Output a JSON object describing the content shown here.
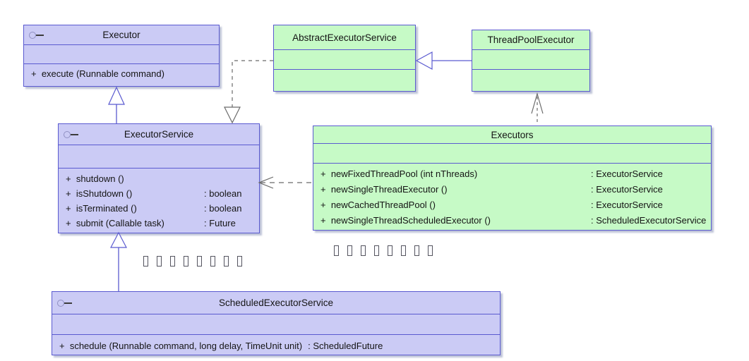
{
  "diagram_type": "uml-class-diagram",
  "colors": {
    "interface_fill": "#cbcbf5",
    "class_fill": "#c6fac6",
    "box_border": "#5a5ad0",
    "generalization_line": "#5a5ad0",
    "dependency_line": "#6b6b6b",
    "text": "#141414",
    "background": "#ffffff"
  },
  "classes": {
    "executor": {
      "name": "Executor",
      "has_interface_icon": true,
      "methods": [
        {
          "signature": "+  execute (Runnable command)",
          "returns": ""
        }
      ]
    },
    "abstract_executor_service": {
      "name": "AbstractExecutorService",
      "has_interface_icon": false,
      "methods": []
    },
    "thread_pool_executor": {
      "name": "ThreadPoolExecutor",
      "has_interface_icon": false,
      "methods": []
    },
    "executor_service": {
      "name": "ExecutorService",
      "has_interface_icon": true,
      "methods": [
        {
          "signature": "+  shutdown ()",
          "returns": ""
        },
        {
          "signature": "+  isShutdown ()",
          "returns": ": boolean"
        },
        {
          "signature": "+  isTerminated ()",
          "returns": ": boolean"
        },
        {
          "signature": "+  submit (Callable task)",
          "returns": ": Future"
        }
      ]
    },
    "executors": {
      "name": "Executors",
      "has_interface_icon": false,
      "methods": [
        {
          "signature": "+  newFixedThreadPool (int nThreads)",
          "returns": ": ExecutorService"
        },
        {
          "signature": "+  newSingleThreadExecutor ()",
          "returns": ": ExecutorService"
        },
        {
          "signature": "+  newCachedThreadPool ()",
          "returns": ": ExecutorService"
        },
        {
          "signature": "+  newSingleThreadScheduledExecutor ()",
          "returns": ": ScheduledExecutorService"
        }
      ]
    },
    "scheduled_executor_service": {
      "name": "ScheduledExecutorService",
      "has_interface_icon": true,
      "methods": [
        {
          "signature": "+  schedule (Runnable command, long delay, TimeUnit unit)",
          "returns": ": ScheduledFuture"
        }
      ]
    }
  },
  "relationships": [
    {
      "from": "ExecutorService",
      "to": "Executor",
      "type": "generalization",
      "line": "solid",
      "arrowhead": "hollow-triangle"
    },
    {
      "from": "AbstractExecutorService",
      "to": "ExecutorService",
      "type": "realization",
      "line": "dashed",
      "arrowhead": "hollow-triangle"
    },
    {
      "from": "ThreadPoolExecutor",
      "to": "AbstractExecutorService",
      "type": "generalization",
      "line": "solid",
      "arrowhead": "hollow-triangle"
    },
    {
      "from": "Executors",
      "to": "ThreadPoolExecutor",
      "type": "dependency",
      "line": "dashed",
      "arrowhead": "open"
    },
    {
      "from": "Executors",
      "to": "ExecutorService",
      "type": "dependency",
      "line": "dashed",
      "arrowhead": "open"
    },
    {
      "from": "ScheduledExecutorService",
      "to": "ExecutorService",
      "type": "generalization",
      "line": "solid",
      "arrowhead": "hollow-triangle"
    }
  ],
  "decorations": {
    "handle_marker_rows": 2,
    "handles_per_row": 8
  }
}
